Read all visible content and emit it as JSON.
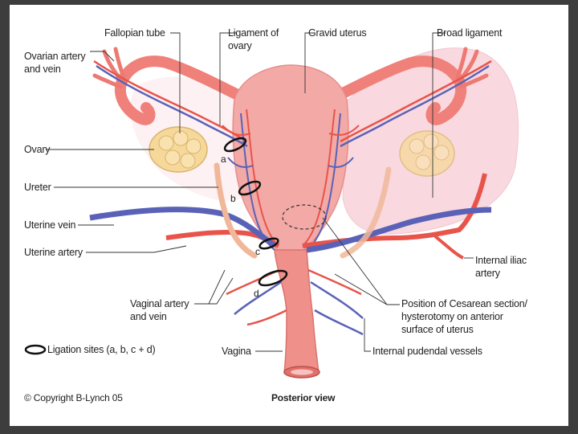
{
  "labels": {
    "fallopian_tube": "Fallopian tube",
    "ligament_of_ovary_1": "Ligament of",
    "ligament_of_ovary_2": "ovary",
    "gravid_uterus": "Gravid uterus",
    "broad_ligament": "Broad ligament",
    "ovarian_artery_1": "Ovarian artery",
    "ovarian_artery_2": "and vein",
    "ovary": "Ovary",
    "ureter": "Ureter",
    "uterine_vein": "Uterine vein",
    "uterine_artery": "Uterine artery",
    "internal_iliac_1": "Internal iliac",
    "internal_iliac_2": "artery",
    "vaginal_artery_1": "Vaginal artery",
    "vaginal_artery_2": "and vein",
    "cesarean_1": "Position of Cesarean section/",
    "cesarean_2": "hysterotomy on anterior",
    "cesarean_3": "surface of uterus",
    "ligation_sites": "Ligation sites (a, b, c + d)",
    "vagina": "Vagina",
    "internal_pudendal": "Internal pudendal vessels",
    "copyright": "© Copyright B-Lynch 05",
    "posterior_view": "Posterior view"
  },
  "sites": {
    "a": "a",
    "b": "b",
    "c": "c",
    "d": "d"
  },
  "colors": {
    "artery": "#e8544a",
    "vein": "#5a62b8",
    "uterus": "#f3a9a6",
    "ovary": "#f6d89a",
    "ureter": "#f1b79a",
    "broad_ligament": "#f5c9d0"
  }
}
